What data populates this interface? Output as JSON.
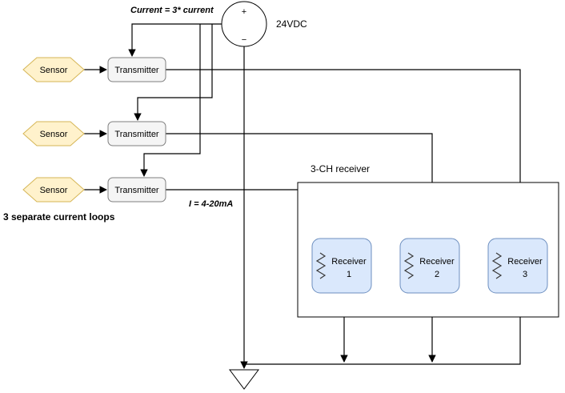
{
  "diagram": {
    "power": {
      "label": "24VDC",
      "plus": "+",
      "minus": "−"
    },
    "notes": {
      "supply_current": "Current = 3* current",
      "loop_current": "I = 4-20mA",
      "loops": "3 separate current loops"
    },
    "receiver_group_label": "3-CH receiver",
    "sensors": [
      {
        "label": "Sensor"
      },
      {
        "label": "Sensor"
      },
      {
        "label": "Sensor"
      }
    ],
    "transmitters": [
      {
        "label": "Transmitter"
      },
      {
        "label": "Transmitter"
      },
      {
        "label": "Transmitter"
      }
    ],
    "receivers": [
      {
        "label": "Receiver",
        "number": "1"
      },
      {
        "label": "Receiver",
        "number": "2"
      },
      {
        "label": "Receiver",
        "number": "3"
      }
    ],
    "colors": {
      "wire": "#000000",
      "sensor_fill": "#fff2cc",
      "sensor_stroke": "#d6b656",
      "transmitter_fill": "#f5f5f5",
      "transmitter_stroke": "#7f7f7f",
      "receiver_fill": "#dae8fc",
      "receiver_stroke": "#6c8ebf"
    }
  }
}
